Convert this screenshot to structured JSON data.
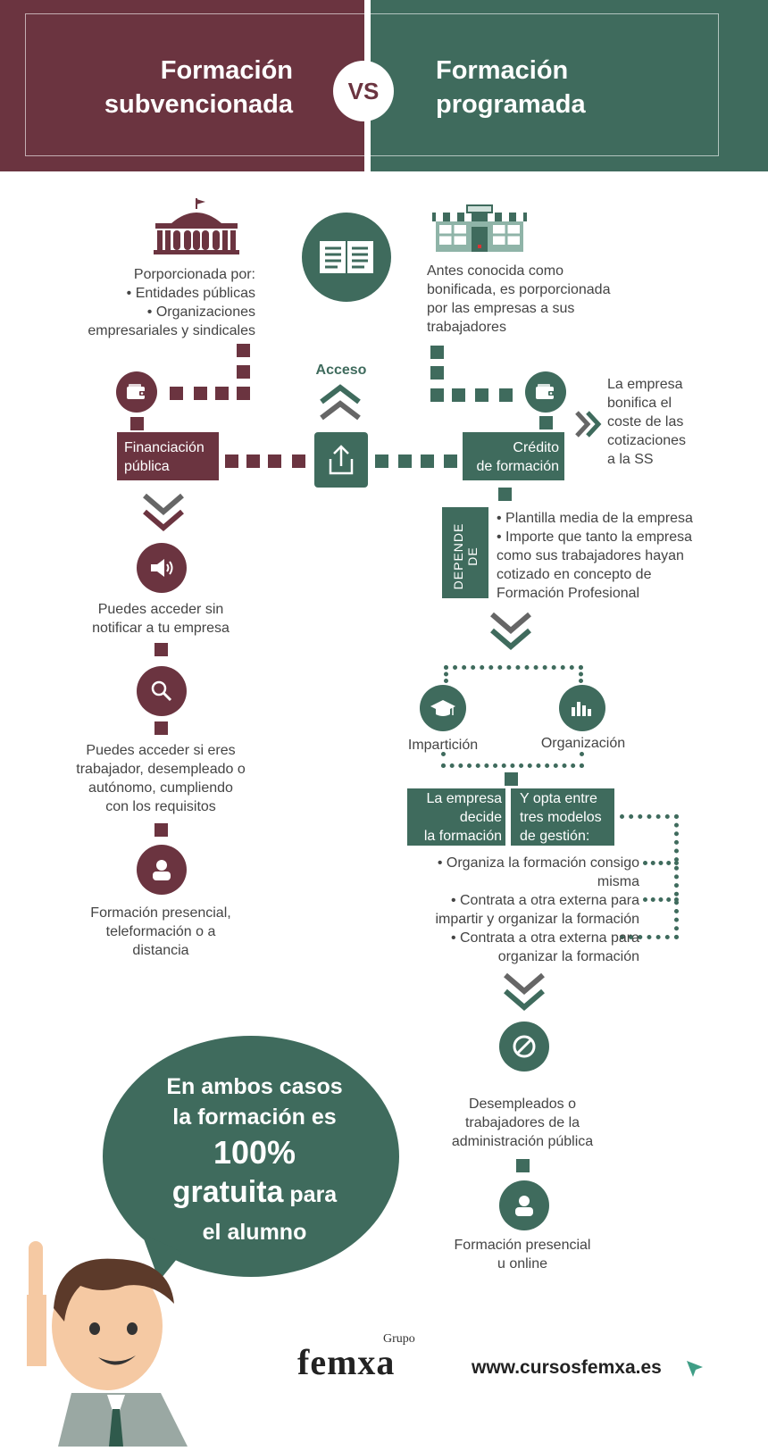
{
  "header": {
    "left_title_1": "Formación",
    "left_title_2": "subvencionada",
    "vs": "VS",
    "right_title_1": "Formación",
    "right_title_2": "programada"
  },
  "colors": {
    "maroon": "#6b3440",
    "green": "#3f6b5d"
  },
  "left": {
    "intro": [
      "Porporcionada por:",
      "• Entidades públicas",
      "• Organizaciones",
      "empresariales y sindicales"
    ],
    "box_label_1": "Financiación",
    "box_label_2": "pública",
    "step1": [
      "Puedes acceder sin",
      "notificar a tu empresa"
    ],
    "step2": [
      "Puedes acceder si eres",
      "trabajador, desempleado o",
      "autónomo, cumpliendo",
      "con los requisitos"
    ],
    "step3": [
      "Formación presencial,",
      "teleformación o a",
      "distancia"
    ]
  },
  "center": {
    "access_label": "Acceso"
  },
  "right": {
    "intro": [
      "Antes conocida como",
      "bonificada, es porporcionada",
      "por las empresas a sus",
      "trabajadores"
    ],
    "side_note": [
      "La empresa",
      "bonifica el",
      "coste de las",
      "cotizaciones",
      "a la SS"
    ],
    "box_label_1": "Crédito",
    "box_label_2": "de formación",
    "depende": "DEPENDE DE",
    "depende_items": [
      "• Plantilla media de la empresa",
      "• Importe que tanto la empresa",
      "como sus trabajadores hayan",
      "cotizado en concepto de",
      "Formación Profesional"
    ],
    "imparticion": "Impartición",
    "organizacion": "Organización",
    "decide": [
      "La empresa",
      "decide",
      "la formación"
    ],
    "opta": [
      "Y opta entre",
      "tres modelos",
      "de gestión:"
    ],
    "models": [
      "• Organiza la formación consigo",
      "misma",
      "• Contrata a otra externa para",
      "impartir y organizar la formación",
      "• Contrata a otra externa para",
      "organizar la formación"
    ],
    "excluded": [
      "Desempleados o",
      "trabajadores de la",
      "administración pública"
    ],
    "mode": [
      "Formación presencial",
      "u online"
    ]
  },
  "bubble": {
    "line1": "En ambos casos",
    "line2": "la formación es",
    "line3": "100%",
    "line4a": "gratuita",
    "line4b": " para",
    "line5": "el alumno"
  },
  "footer": {
    "logo_small": "Grupo",
    "logo_main": "femxa",
    "url": "www.cursosfemxa.es"
  },
  "icons": [
    "building-icon",
    "book-icon",
    "store-icon",
    "wallet-icon",
    "upload-icon",
    "megaphone-icon",
    "search-icon",
    "user-icon",
    "graduation-cap-icon",
    "equalizer-icon",
    "prohibited-icon",
    "cursor-icon"
  ]
}
